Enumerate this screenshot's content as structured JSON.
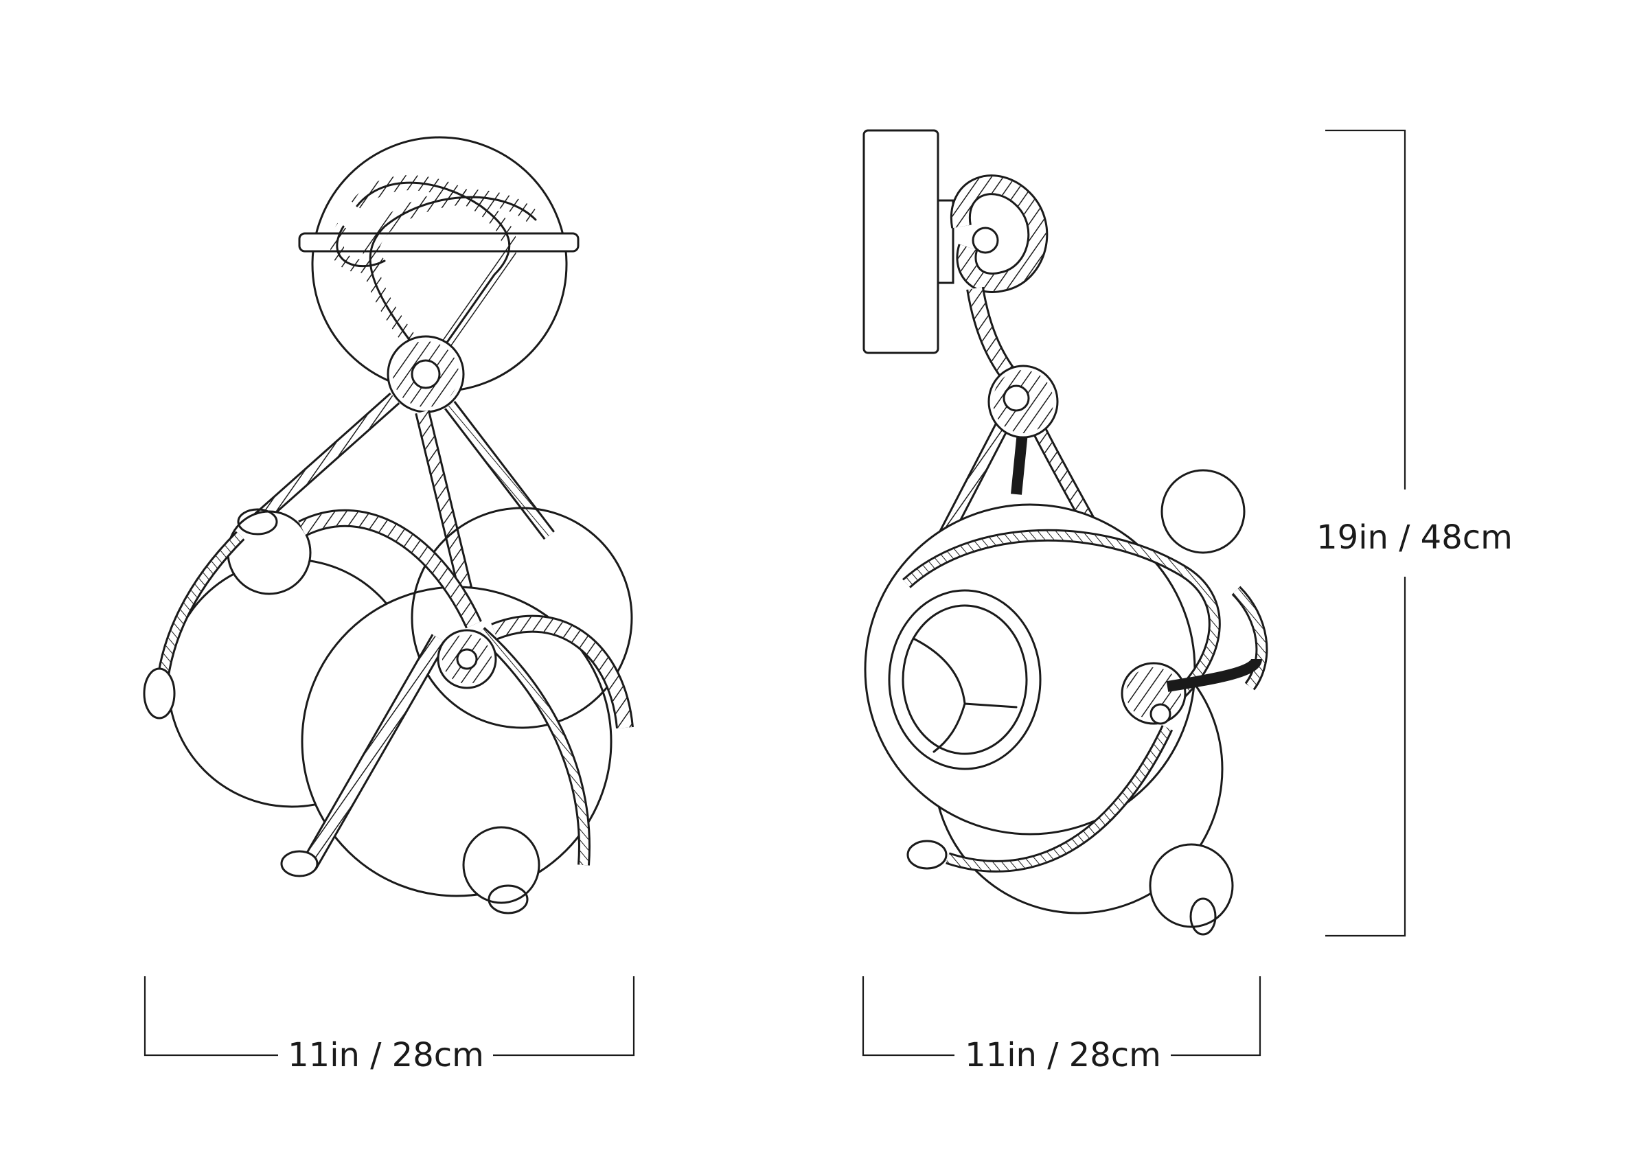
{
  "dimensions": {
    "front_width": "11in / 28cm",
    "side_width": "11in / 28cm",
    "height": "19in / 48cm"
  }
}
